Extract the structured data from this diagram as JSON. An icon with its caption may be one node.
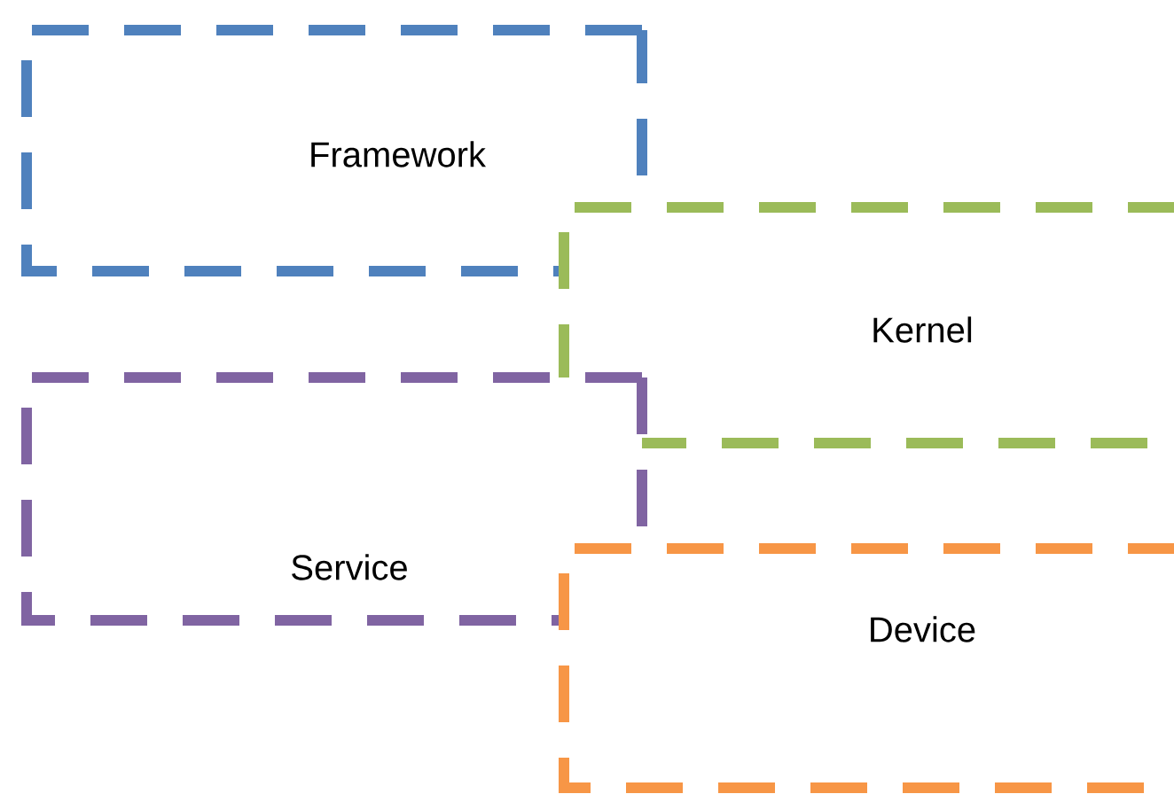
{
  "diagram": {
    "nodes": [
      {
        "text": [
          "Framework"
        ]
      },
      {
        "text": [
          "Kernel"
        ]
      },
      {
        "text": [
          "Service"
        ]
      },
      {
        "text": [
          "Device"
        ]
      }
    ]
  }
}
